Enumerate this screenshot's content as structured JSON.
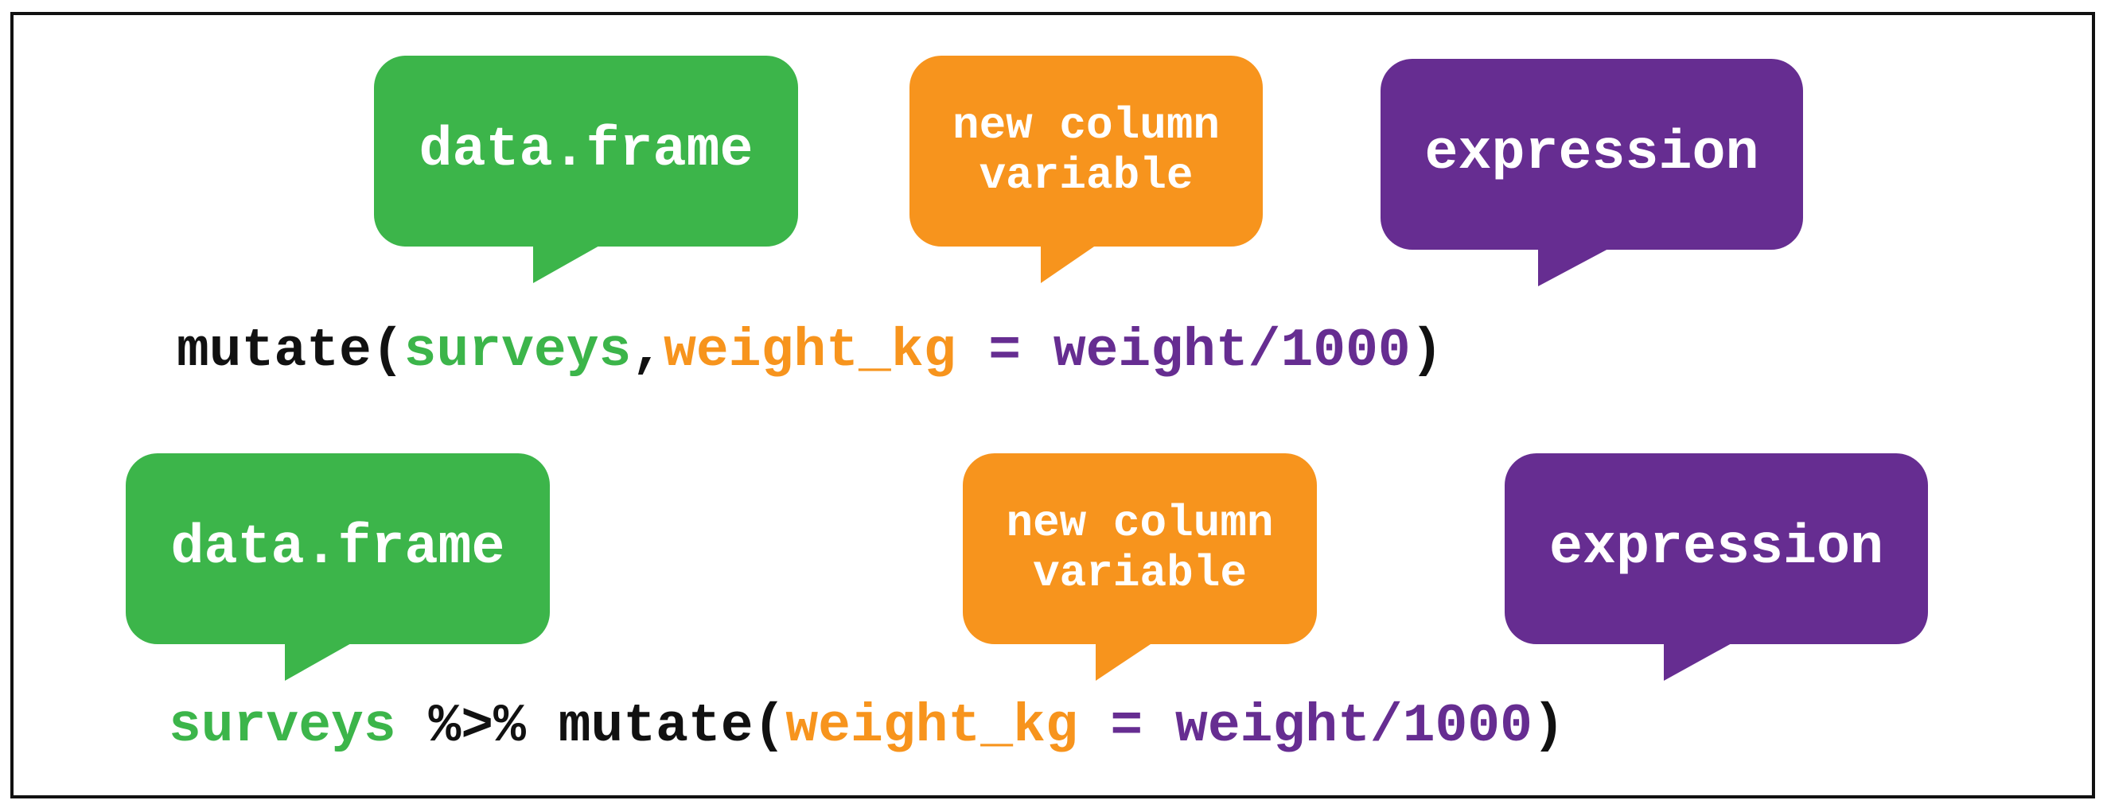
{
  "colors": {
    "green": "#3cb54a",
    "orange": "#f7941d",
    "purple": "#662d91",
    "black": "#111111"
  },
  "row1": {
    "bubbles": {
      "dataframe": "data.frame",
      "column_line1": "new column",
      "column_line2": "variable",
      "expression": "expression"
    },
    "code": {
      "fn": "mutate(",
      "df": "surveys",
      "comma": ",",
      "col": "weight_kg",
      "eq": " = ",
      "expr": "weight/1000",
      "close": ")"
    }
  },
  "row2": {
    "bubbles": {
      "dataframe": "data.frame",
      "column_line1": "new column",
      "column_line2": "variable",
      "expression": "expression"
    },
    "code": {
      "df": "surveys",
      "pipe": " %>% ",
      "fn": "mutate(",
      "col": "weight_kg",
      "eq": " = ",
      "expr": "weight/1000",
      "close": ")"
    }
  }
}
